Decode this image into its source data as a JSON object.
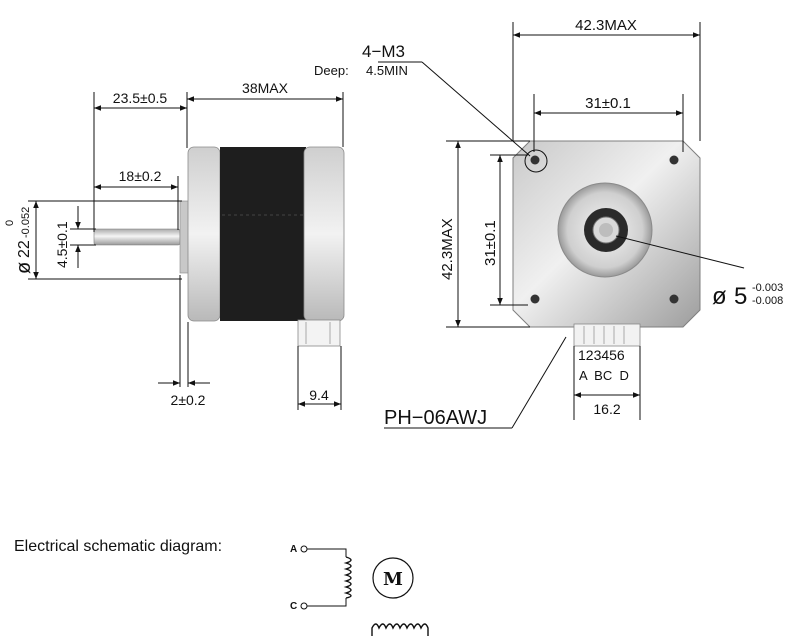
{
  "side_view": {
    "dim_shaft_length": "23.5±0.5",
    "dim_body_length": "38MAX",
    "dim_flat_length": "18±0.2",
    "dim_boss_tol_top": "0",
    "dim_boss_diameter": "22",
    "dim_boss_tol_bottom": "-0.052",
    "dim_flat_depth": "4.5±0.1",
    "dim_boss_height": "2±0.2",
    "dim_connector": "9.4"
  },
  "front_view": {
    "hole_label": "4−M3",
    "hole_depth_prefix": "Deep:",
    "hole_depth_value": "4.5MIN",
    "dim_width": "42.3MAX",
    "dim_hole_spacing_h": "31±0.1",
    "dim_height": "42.3MAX",
    "dim_hole_spacing_v": "31±0.1",
    "shaft_diameter": "5",
    "shaft_tol_top": "-0.003",
    "shaft_tol_bottom": "-0.008",
    "pin_numbers": "123456",
    "pin_labels": "A  BC  D",
    "connector_width": "16.2",
    "connector_part": "PH−06AWJ"
  },
  "schematic": {
    "title": "Electrical schematic diagram:",
    "terminal_a": "A",
    "terminal_c": "C",
    "motor_label": "M"
  },
  "colors": {
    "metal_light": "#e2e2e2",
    "metal_dark": "#9a9a9a",
    "stator": "#1e1e1e",
    "line": "#111111"
  }
}
